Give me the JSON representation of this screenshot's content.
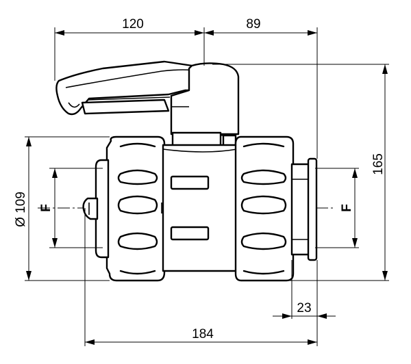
{
  "dimensions": {
    "handle_length": "120",
    "handle_to_body_end": "89",
    "overall_height": "165",
    "body_diameter": "Ø 109",
    "face_to_face": "184",
    "end_connector": "23",
    "bore_left": "F",
    "bore_right": "F"
  }
}
